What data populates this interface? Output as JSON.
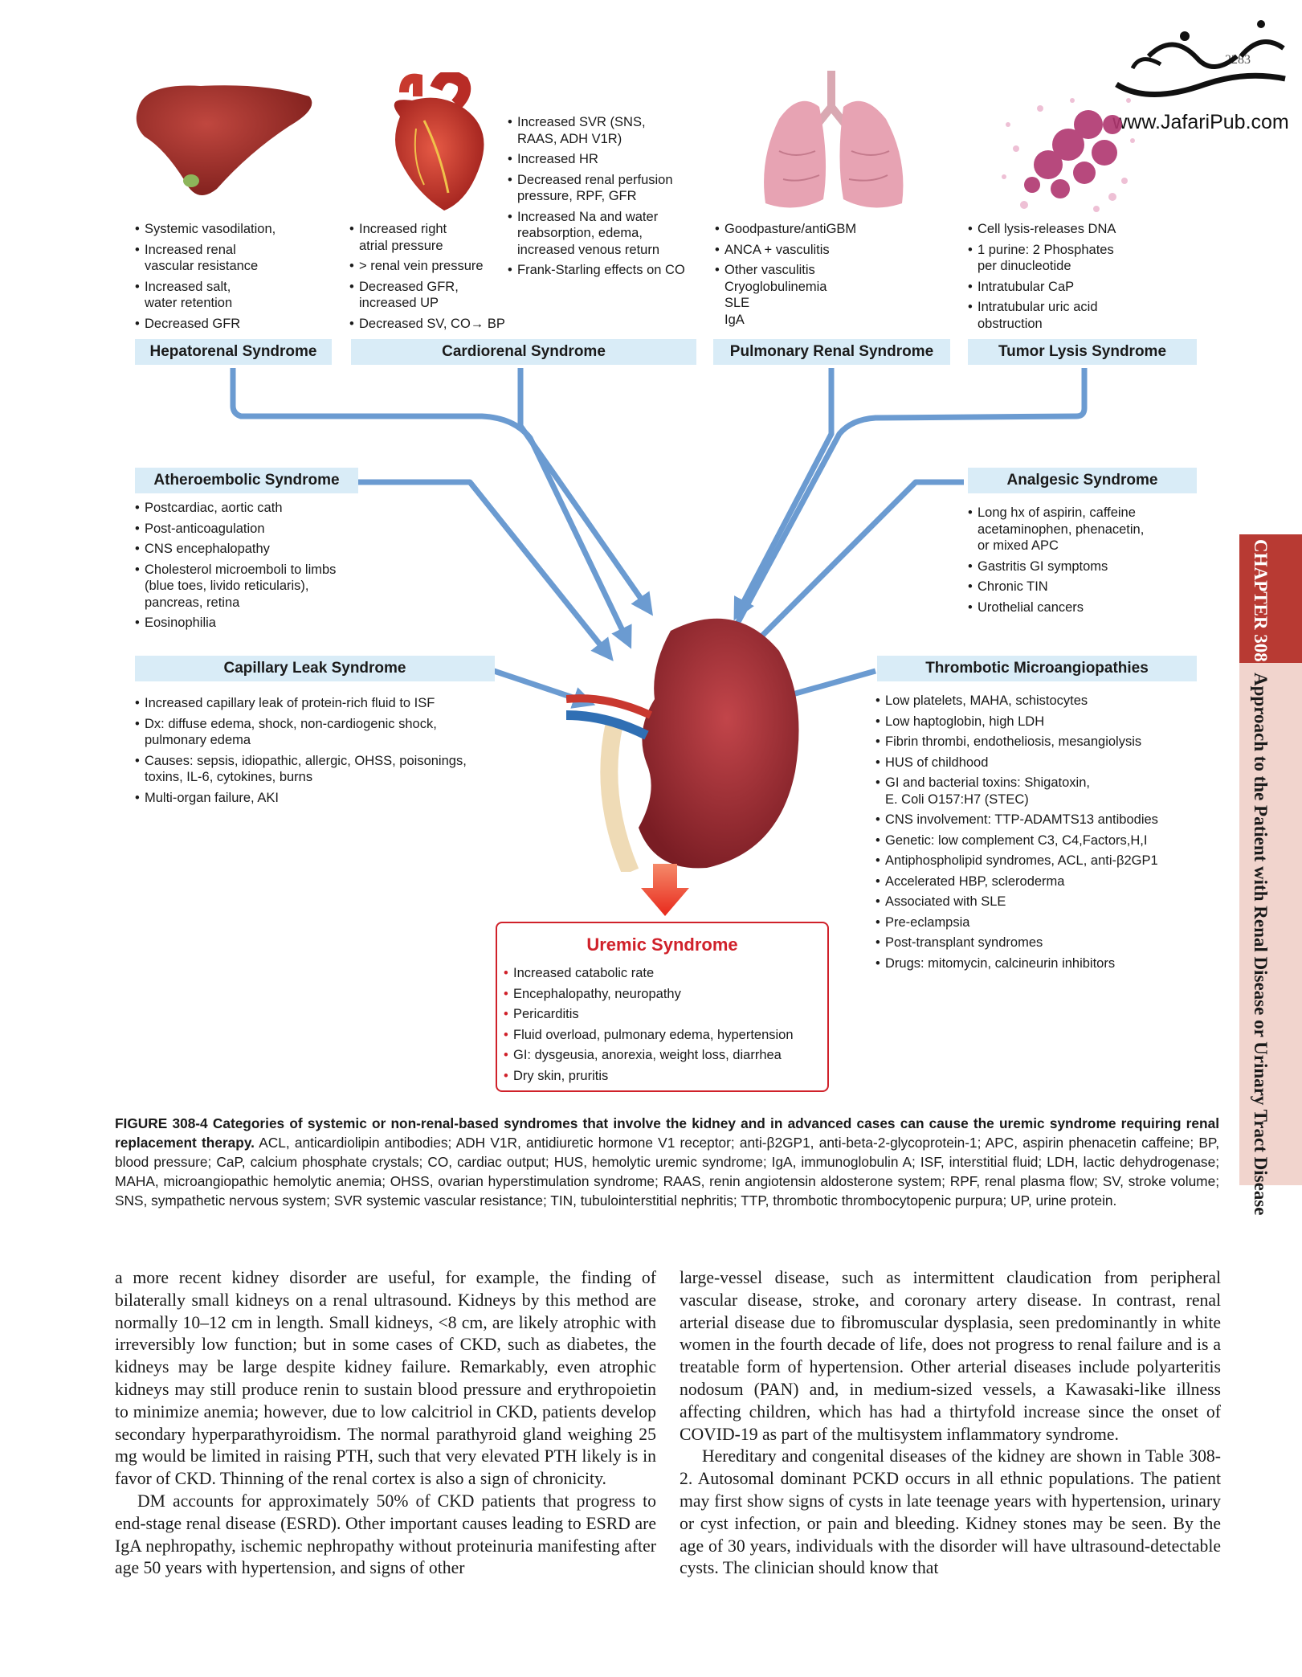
{
  "page_number": "2283",
  "logo": {
    "url_text": "www.JafariPub.com"
  },
  "side_tab": {
    "chapter": "CHAPTER 308",
    "title": "Approach to the Patient with Renal Disease or Urinary Tract Disease"
  },
  "figure": {
    "hepatorenal": {
      "title": "Hepatorenal Syndrome",
      "items": [
        "Systemic vasodilation,",
        "Increased renal\nvascular resistance",
        "Increased salt,\nwater retention",
        "Decreased GFR"
      ]
    },
    "cardiorenal": {
      "title": "Cardiorenal Syndrome",
      "items_left": [
        "Increased right\natrial pressure",
        "> renal vein pressure",
        "Decreased GFR,\nincreased UP",
        "Decreased SV, CO→ BP"
      ],
      "items_right": [
        "Increased SVR (SNS,\nRAAS, ADH V1R)",
        "Increased HR",
        "Decreased renal perfusion\npressure, RPF, GFR",
        "Increased Na and water\nreabsorption, edema,\nincreased venous return",
        "Frank-Starling effects on CO"
      ]
    },
    "pulmonary_renal": {
      "title": "Pulmonary Renal Syndrome",
      "items": [
        "Goodpasture/antiGBM",
        "ANCA + vasculitis",
        "Other vasculitis\nCryoglobulinemia\nSLE\nIgA"
      ]
    },
    "tumor_lysis": {
      "title": "Tumor Lysis Syndrome",
      "items": [
        "Cell lysis-releases DNA",
        "1 purine: 2 Phosphates\nper dinucleotide",
        "Intratubular CaP",
        "Intratubular uric acid\nobstruction"
      ]
    },
    "atheroembolic": {
      "title": "Atheroembolic Syndrome",
      "items": [
        "Postcardiac, aortic cath",
        "Post-anticoagulation",
        "CNS encephalopathy",
        "Cholesterol microemboli to limbs\n(blue toes, livido reticularis),\npancreas, retina",
        "Eosinophilia"
      ]
    },
    "analgesic": {
      "title": "Analgesic Syndrome",
      "items": [
        "Long hx of aspirin, caffeine\nacetaminophen, phenacetin,\nor mixed APC",
        "Gastritis GI symptoms",
        "Chronic TIN",
        "Urothelial cancers"
      ]
    },
    "capillary_leak": {
      "title": "Capillary Leak Syndrome",
      "items": [
        "Increased capillary leak of protein-rich fluid to ISF",
        "Dx: diffuse edema, shock, non-cardiogenic shock,\npulmonary edema",
        "Causes: sepsis, idiopathic, allergic, OHSS, poisonings,\ntoxins, IL-6, cytokines, burns",
        "Multi-organ failure, AKI"
      ]
    },
    "thrombotic": {
      "title": "Thrombotic Microangiopathies",
      "items": [
        "Low platelets, MAHA, schistocytes",
        "Low haptoglobin, high LDH",
        "Fibrin thrombi, endotheliosis, mesangiolysis",
        "HUS of childhood",
        "GI and bacterial toxins: Shigatoxin,\nE. Coli O157:H7 (STEC)",
        "CNS involvement: TTP-ADAMTS13 antibodies",
        "Genetic: low complement C3, C4,Factors,H,I",
        "Antiphospholipid syndromes, ACL, anti-β2GP1",
        "Accelerated HBP, scleroderma",
        "Associated with SLE",
        "Pre-eclampsia",
        "Post-transplant syndromes",
        "Drugs: mitomycin, calcineurin inhibitors"
      ]
    },
    "uremic": {
      "title": "Uremic Syndrome",
      "items": [
        "Increased catabolic rate",
        "Encephalopathy, neuropathy",
        "Pericarditis",
        "Fluid overload, pulmonary edema, hypertension",
        "GI: dysgeusia, anorexia, weight loss, diarrhea",
        "Dry skin, pruritis"
      ]
    },
    "caption_label": "FIGURE 308-4  Categories of systemic or non-renal-based syndromes that involve the kidney and in advanced cases can cause the uremic syndrome requiring renal replacement therapy.",
    "caption_text": " ACL, anticardiolipin antibodies; ADH V1R, antidiuretic hormone V1 receptor; anti-β2GP1, anti-beta-2-glycoprotein-1; APC, aspirin phenacetin caffeine; BP, blood pressure; CaP, calcium phosphate crystals; CO, cardiac output; HUS, hemolytic uremic syndrome; IgA, immunoglobulin A; ISF, interstitial fluid; LDH, lactic dehydrogenase; MAHA, microangiopathic hemolytic anemia; OHSS, ovarian hyperstimulation syndrome; RAAS, renin angiotensin aldosterone system; RPF, renal plasma flow; SV, stroke volume; SNS, sympathetic nervous system; SVR systemic vascular resistance; TIN, tubulointerstitial nephritis; TTP, thrombotic thrombocytopenic purpura; UP, urine protein."
  },
  "body": {
    "left_col": [
      "a more recent kidney disorder are useful, for example, the finding of bilaterally small kidneys on a renal ultrasound. Kidneys by this method are normally 10–12 cm in length. Small kidneys, <8 cm, are likely atrophic with irreversibly low function; but in some cases of CKD, such as diabetes, the kidneys may be large despite kidney failure. Remarkably, even atrophic kidneys may still produce renin to sustain blood pressure and erythropoietin to minimize anemia; however, due to low calcitriol in CKD, patients develop secondary hyperparathyroidism. The normal parathyroid gland weighing 25 mg would be limited in raising PTH, such that very elevated PTH likely is in favor of CKD. Thinning of the renal cortex is also a sign of chronicity.",
      "DM accounts for approximately 50% of CKD patients that progress to end-stage renal disease (ESRD). Other important causes leading to ESRD are IgA nephropathy, ischemic nephropathy without proteinuria manifesting after age 50 years with hypertension, and signs of other"
    ],
    "right_col": [
      "large-vessel disease, such as intermittent claudication from peripheral vascular disease, stroke, and coronary artery disease. In contrast, renal arterial disease due to fibromuscular dysplasia, seen predominantly in white women in the fourth decade of life, does not progress to renal failure and is a treatable form of hypertension. Other arterial diseases include polyarteritis nodosum (PAN) and, in medium-sized vessels, a Kawasaki-like illness affecting children, which has had a thirtyfold increase since the onset of COVID-19 as part of the multisystem inflammatory syndrome.",
      "Hereditary and congenital diseases of the kidney are shown in Table 308-2. Autosomal dominant PCKD occurs in all ethnic populations. The patient may first show signs of cysts in late teenage years with hypertension, urinary or cyst infection, or pain and bleeding. Kidney stones may be seen. By the age of 30 years, individuals with the disorder will have ultrasound-detectable cysts. The clinician should know that"
    ]
  },
  "colors": {
    "title_box": "#d9ecf7",
    "arrow": "#6b9bd1",
    "uremic_red": "#d0212a",
    "chapter_tab": "#b83a33",
    "chapter_tab_light": "#f1d4cd",
    "kidney": "#9e2a2b"
  },
  "icons": [
    "liver-icon",
    "heart-icon",
    "lungs-icon",
    "tumor-cells-icon",
    "kidney-icon",
    "down-arrow-icon"
  ]
}
